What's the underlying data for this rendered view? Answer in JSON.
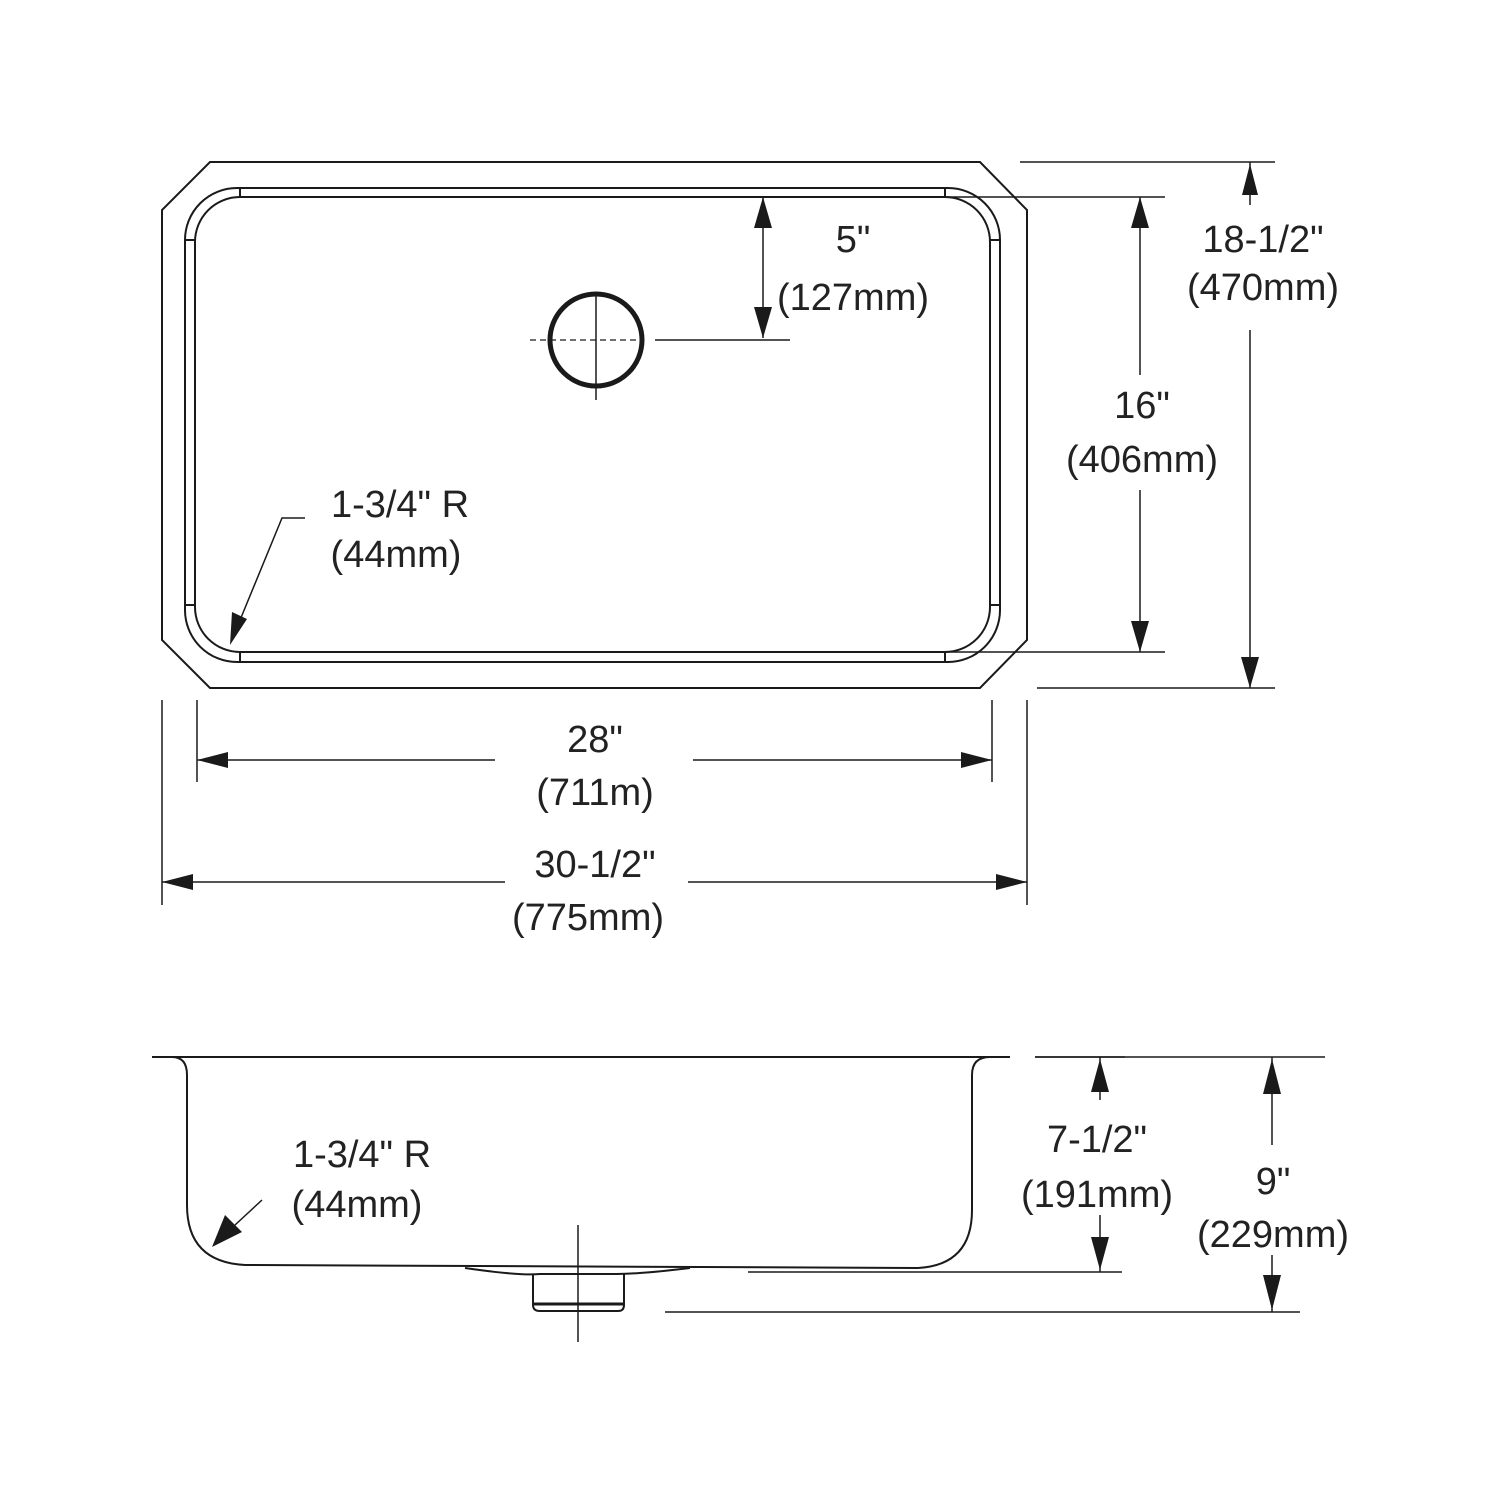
{
  "top_view": {
    "drain_offset": {
      "in": "5\"",
      "mm": "(127mm)"
    },
    "bowl_depth_front_back": {
      "in": "16\"",
      "mm": "(406mm)"
    },
    "overall_front_back": {
      "in": "18-1/2\"",
      "mm": "(470mm)"
    },
    "corner_radius": {
      "in": "1-3/4\" R",
      "mm": "(44mm)"
    },
    "bowl_width": {
      "in": "28\"",
      "mm": "(711m)"
    },
    "overall_width": {
      "in": "30-1/2\"",
      "mm": "(775mm)"
    }
  },
  "side_view": {
    "corner_radius": {
      "in": "1-3/4\" R",
      "mm": "(44mm)"
    },
    "bowl_depth": {
      "in": "7-1/2\"",
      "mm": "(191mm)"
    },
    "overall_depth": {
      "in": "9\"",
      "mm": "(229mm)"
    }
  }
}
